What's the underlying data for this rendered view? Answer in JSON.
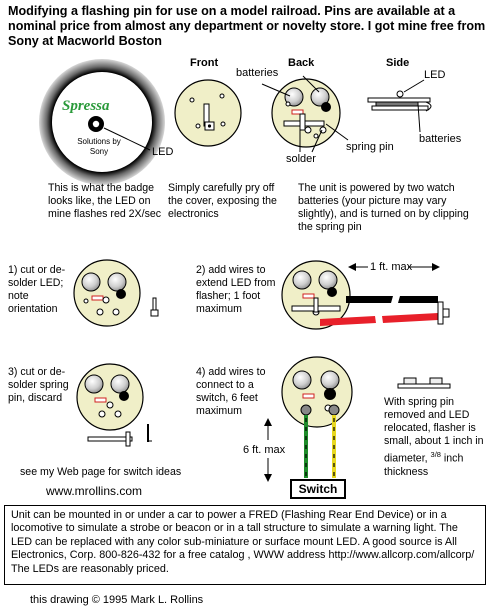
{
  "title": "Modifying a flashing pin for use on a model railroad. Pins are available at a nominal price from almost any department or novelty store. I got mine free from Sony at Macworld Boston",
  "views": {
    "front": "Front",
    "back": "Back",
    "side": "Side"
  },
  "badge": {
    "brand": "Spressa",
    "line1": "Solutions by",
    "line2": "Sony"
  },
  "labels": {
    "led": "LED",
    "batteries": "batteries",
    "solder": "solder",
    "spring_pin": "spring pin",
    "led_side": "LED",
    "batteries_side": "batteries",
    "one_ft_max": "1 ft. max",
    "six_ft_max": "6 ft. max",
    "switch": "Switch"
  },
  "captions": {
    "badge": "This is what the badge looks like, the LED on mine flashes red 2X/sec",
    "front": "Simply carefully pry off the cover, exposing the electronics",
    "back": "The unit is powered by two watch batteries (your picture may vary slightly), and is turned on by clipping the spring pin"
  },
  "steps": {
    "step1": "1) cut or de-solder LED; note orientation",
    "step2": "2) add wires to extend LED from flasher; 1 foot maximum",
    "step3": "3) cut or de-solder spring pin, discard",
    "step4": "4) add wires to connect to a switch, 6 feet maximum"
  },
  "result_note_pre": "With spring pin removed and LED relocated, flasher is small, about 1 inch in diameter, ",
  "result_note_frac": "3/8",
  "result_note_post": " inch thickness",
  "web_note": "see my Web page for switch ideas",
  "web_url": "www.mrollins.com",
  "bottom_text": "Unit can be mounted in or under a car to power a FRED (Flashing Rear End Device) or in a locomotive to simulate a strobe or beacon or in a tall structure to simulate a warning light. The LED can be replaced with any color sub-miniature or surface mount LED. A good source is All Electronics, Corp. 800-826-432 for a free catalog , WWW address http://www.allcorp.com/allcorp/  The LEDs are reasonably priced.",
  "credit": "this drawing © 1995  Mark L. Rollins",
  "colors": {
    "board": "#f0efc8",
    "brand": "#2a9a3a",
    "red_wire": "#e8202a",
    "yellow_wire": "#e8d820",
    "green_wire": "#1e8c2a",
    "black_wire": "#000000"
  }
}
